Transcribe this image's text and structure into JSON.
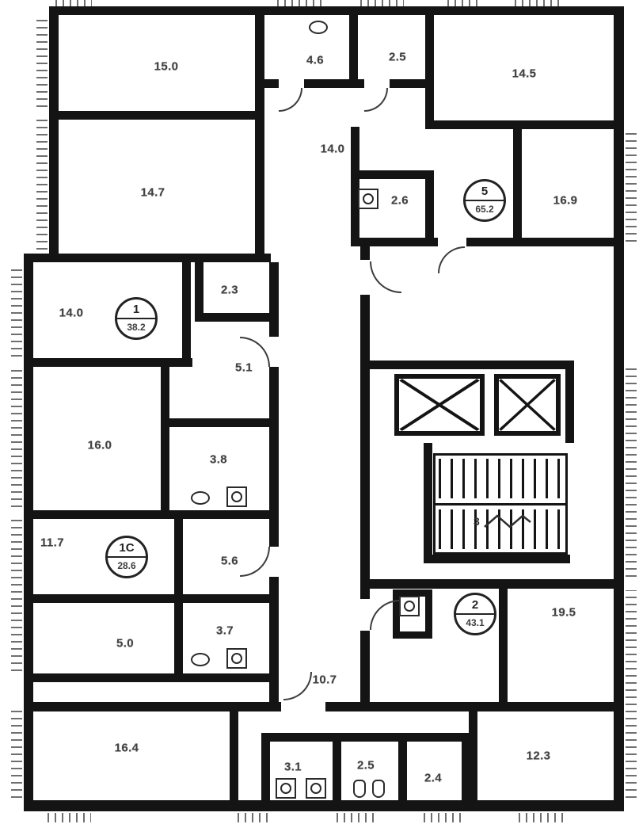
{
  "plan": {
    "colors": {
      "wall": "#141414",
      "background": "#ffffff",
      "label": "#414141"
    },
    "apartments": [
      {
        "number": "1",
        "area": "38.2"
      },
      {
        "number": "1C",
        "area": "28.6"
      },
      {
        "number": "2",
        "area": "43.1"
      },
      {
        "number": "5",
        "area": "65.2"
      }
    ],
    "stair_label": "3",
    "rooms": [
      {
        "text": "15.0"
      },
      {
        "text": "4.6"
      },
      {
        "text": "2.5"
      },
      {
        "text": "14.5"
      },
      {
        "text": "14.0"
      },
      {
        "text": "14.7"
      },
      {
        "text": "2.6"
      },
      {
        "text": "16.9"
      },
      {
        "text": "2.3"
      },
      {
        "text": "14.0"
      },
      {
        "text": "5.1"
      },
      {
        "text": "16.0"
      },
      {
        "text": "3.8"
      },
      {
        "text": "11.7"
      },
      {
        "text": "5.6"
      },
      {
        "text": "3.7"
      },
      {
        "text": "5.0"
      },
      {
        "text": "10.7"
      },
      {
        "text": "19.5"
      },
      {
        "text": "16.4"
      },
      {
        "text": "3.1"
      },
      {
        "text": "2.5"
      },
      {
        "text": "2.4"
      },
      {
        "text": "12.3"
      }
    ]
  }
}
